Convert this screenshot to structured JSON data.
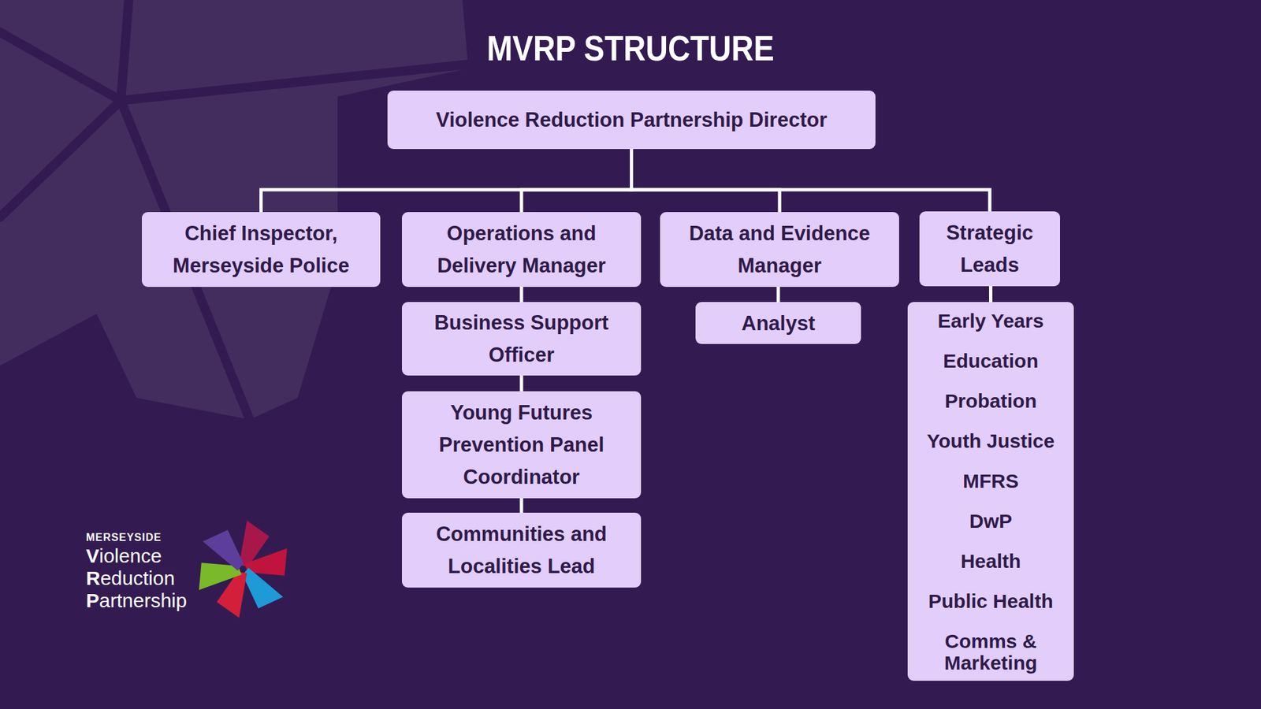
{
  "diagram": {
    "title": "MVRP STRUCTURE",
    "nodes": [
      {
        "text": [
          "Violence Reduction Partnership Director"
        ]
      },
      {
        "text": [
          "Chief Inspector, Merseyside Police"
        ]
      },
      {
        "text": [
          "Operations and Delivery Manager"
        ]
      },
      {
        "text": [
          "Data and Evidence Manager"
        ]
      },
      {
        "text": [
          "Strategic Leads"
        ]
      },
      {
        "text": [
          "Business Support Officer"
        ]
      },
      {
        "text": [
          "Young Futures Prevention Panel Coordinator"
        ]
      },
      {
        "text": [
          "Communities and Localities Lead"
        ]
      },
      {
        "text": [
          "Analyst"
        ]
      },
      {
        "text": [
          "Early Years",
          "Education",
          "Probation",
          "Youth Justice",
          "MFRS",
          "DwP",
          "Health",
          "Public Health",
          "Comms & Marketing"
        ]
      }
    ],
    "edges": [
      {
        "from": 0,
        "to": 1,
        "arrow": "none"
      },
      {
        "from": 0,
        "to": 2,
        "arrow": "none"
      },
      {
        "from": 0,
        "to": 3,
        "arrow": "none"
      },
      {
        "from": 0,
        "to": 4,
        "arrow": "none"
      },
      {
        "from": 2,
        "to": 5,
        "arrow": "none"
      },
      {
        "from": 5,
        "to": 6,
        "arrow": "none"
      },
      {
        "from": 6,
        "to": 7,
        "arrow": "none"
      },
      {
        "from": 3,
        "to": 8,
        "arrow": "none"
      },
      {
        "from": 4,
        "to": 9,
        "arrow": "none"
      }
    ],
    "labels": [
      "MERSEYSIDE",
      "Violence",
      "Reduction",
      "Partnership"
    ]
  }
}
